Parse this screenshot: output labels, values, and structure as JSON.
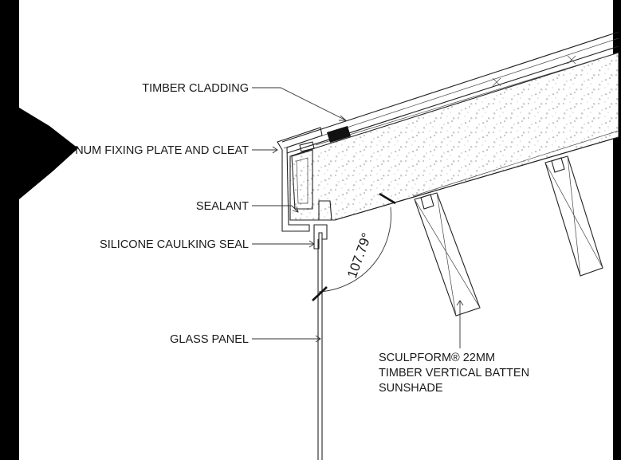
{
  "labels": {
    "timber_cladding": "TIMBER CLADDING",
    "fixing_plate": "NUM FIXING PLATE AND CLEAT",
    "sealant": "SEALANT",
    "caulking": "SILICONE CAULKING SEAL",
    "glass_panel": "GLASS PANEL",
    "sunshade_line1": "SCULPFORM® 22MM",
    "sunshade_line2": "TIMBER VERTICAL BATTEN",
    "sunshade_line3": "SUNSHADE"
  },
  "dimension": {
    "angle_text": "107.79°"
  },
  "colors": {
    "background": "#000000",
    "paper": "#ffffff",
    "ink": "#1a1a1a"
  }
}
